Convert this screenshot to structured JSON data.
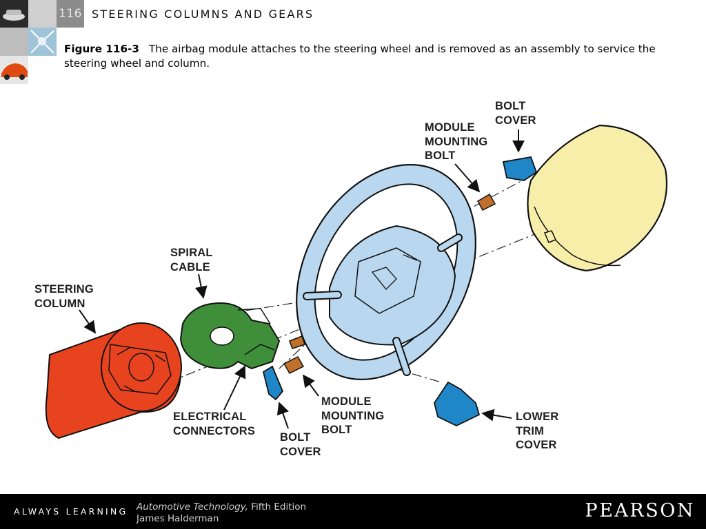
{
  "header": {
    "chapter_number": "116",
    "chapter_title": "STEERING COLUMNS AND GEARS"
  },
  "caption": {
    "figure_label": "Figure 116-3",
    "text": "The airbag module attaches to the steering wheel and is removed as an assembly to service the steering wheel and column."
  },
  "diagram": {
    "labels": {
      "bolt_cover_top": "BOLT\nCOVER",
      "module_mounting_bolt_top": "MODULE\nMOUNTING\nBOLT",
      "spiral_cable": "SPIRAL\nCABLE",
      "steering_column": "STEERING\nCOLUMN",
      "electrical_connectors": "ELECTRICAL\nCONNECTORS",
      "bolt_cover_bottom": "BOLT\nCOVER",
      "module_mounting_bolt_bottom": "MODULE\nMOUNTING\nBOLT",
      "lower_trim_cover": "LOWER\nTRIM\nCOVER"
    },
    "colors": {
      "steering_column": "#e8431f",
      "spiral_cable": "#3f8f3a",
      "steering_wheel": "#b9d7ef",
      "airbag_module": "#f7eeaa",
      "bolt_cover": "#1f86c8",
      "bolt": "#c0702a"
    }
  },
  "footer": {
    "tagline": "ALWAYS LEARNING",
    "book_title": "Automotive Technology,",
    "edition": " Fifth Edition",
    "author": "James Halderman",
    "publisher": "PEARSON"
  }
}
